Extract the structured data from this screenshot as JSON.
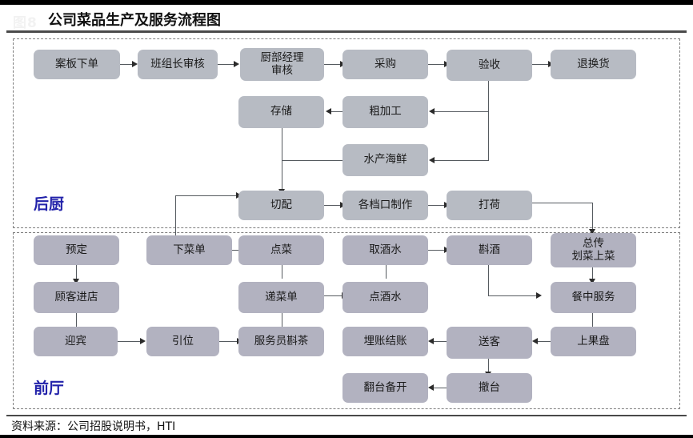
{
  "header": {
    "figure_number": "图8",
    "title": "公司菜品生产及服务流程图"
  },
  "footer": {
    "source": "资料来源：公司招股说明书，HTI"
  },
  "colors": {
    "kitchen_node": "#b7bbc3",
    "hall_node": "#b2b2c0",
    "zone_label": "#2222aa",
    "connector": "#555a5f",
    "rule": "#4a4a4a"
  },
  "zones": [
    {
      "id": "kitchen",
      "label": "后厨"
    },
    {
      "id": "hall",
      "label": "前厅"
    }
  ],
  "diagram": {
    "type": "flowchart",
    "nodes": [
      {
        "id": "n01",
        "zone": "kitchen",
        "label": "案板下单"
      },
      {
        "id": "n02",
        "zone": "kitchen",
        "label": "班组长审核"
      },
      {
        "id": "n03",
        "zone": "kitchen",
        "label": "厨部经理\n审核"
      },
      {
        "id": "n04",
        "zone": "kitchen",
        "label": "采购"
      },
      {
        "id": "n05",
        "zone": "kitchen",
        "label": "验收"
      },
      {
        "id": "n06",
        "zone": "kitchen",
        "label": "退换货"
      },
      {
        "id": "n07",
        "zone": "kitchen",
        "label": "存储"
      },
      {
        "id": "n08",
        "zone": "kitchen",
        "label": "粗加工"
      },
      {
        "id": "n09",
        "zone": "kitchen",
        "label": "水产海鲜"
      },
      {
        "id": "n10",
        "zone": "kitchen",
        "label": "切配"
      },
      {
        "id": "n11",
        "zone": "kitchen",
        "label": "各档口制作"
      },
      {
        "id": "n12",
        "zone": "kitchen",
        "label": "打荷"
      },
      {
        "id": "n13",
        "zone": "hall",
        "label": "预定"
      },
      {
        "id": "n14",
        "zone": "hall",
        "label": "下菜单"
      },
      {
        "id": "n15",
        "zone": "hall",
        "label": "点菜"
      },
      {
        "id": "n16",
        "zone": "hall",
        "label": "取酒水"
      },
      {
        "id": "n17",
        "zone": "hall",
        "label": "斟酒"
      },
      {
        "id": "n18",
        "zone": "hall",
        "label": "总传\n划菜上菜"
      },
      {
        "id": "n19",
        "zone": "hall",
        "label": "顾客进店"
      },
      {
        "id": "n20",
        "zone": "hall",
        "label": "递菜单"
      },
      {
        "id": "n21",
        "zone": "hall",
        "label": "点酒水"
      },
      {
        "id": "n22",
        "zone": "hall",
        "label": "餐中服务"
      },
      {
        "id": "n23",
        "zone": "hall",
        "label": "迎宾"
      },
      {
        "id": "n24",
        "zone": "hall",
        "label": "引位"
      },
      {
        "id": "n25",
        "zone": "hall",
        "label": "服务员斟茶"
      },
      {
        "id": "n26",
        "zone": "hall",
        "label": "埋账结账"
      },
      {
        "id": "n27",
        "zone": "hall",
        "label": "送客"
      },
      {
        "id": "n28",
        "zone": "hall",
        "label": "上果盘"
      },
      {
        "id": "n29",
        "zone": "hall",
        "label": "翻台备开"
      },
      {
        "id": "n30",
        "zone": "hall",
        "label": "撤台"
      }
    ],
    "edges": [
      {
        "from": "n01",
        "to": "n02"
      },
      {
        "from": "n02",
        "to": "n03"
      },
      {
        "from": "n03",
        "to": "n04"
      },
      {
        "from": "n04",
        "to": "n05"
      },
      {
        "from": "n05",
        "to": "n06"
      },
      {
        "from": "n05",
        "to": "n08"
      },
      {
        "from": "n05",
        "to": "n09"
      },
      {
        "from": "n08",
        "to": "n07"
      },
      {
        "from": "n07",
        "to": "n10"
      },
      {
        "from": "n09",
        "to": "n10"
      },
      {
        "from": "n14",
        "to": "n10"
      },
      {
        "from": "n10",
        "to": "n11"
      },
      {
        "from": "n11",
        "to": "n12"
      },
      {
        "from": "n12",
        "to": "n18"
      },
      {
        "from": "n13",
        "to": "n19"
      },
      {
        "from": "n19",
        "to": "n23"
      },
      {
        "from": "n23",
        "to": "n24"
      },
      {
        "from": "n24",
        "to": "n25"
      },
      {
        "from": "n25",
        "to": "n20"
      },
      {
        "from": "n20",
        "to": "n15"
      },
      {
        "from": "n20",
        "to": "n21"
      },
      {
        "from": "n15",
        "to": "n14"
      },
      {
        "from": "n21",
        "to": "n16"
      },
      {
        "from": "n16",
        "to": "n17"
      },
      {
        "from": "n17",
        "to": "n22"
      },
      {
        "from": "n18",
        "to": "n22"
      },
      {
        "from": "n22",
        "to": "n28"
      },
      {
        "from": "n28",
        "to": "n27"
      },
      {
        "from": "n27",
        "to": "n26"
      },
      {
        "from": "n27",
        "to": "n30"
      },
      {
        "from": "n30",
        "to": "n29"
      }
    ]
  }
}
